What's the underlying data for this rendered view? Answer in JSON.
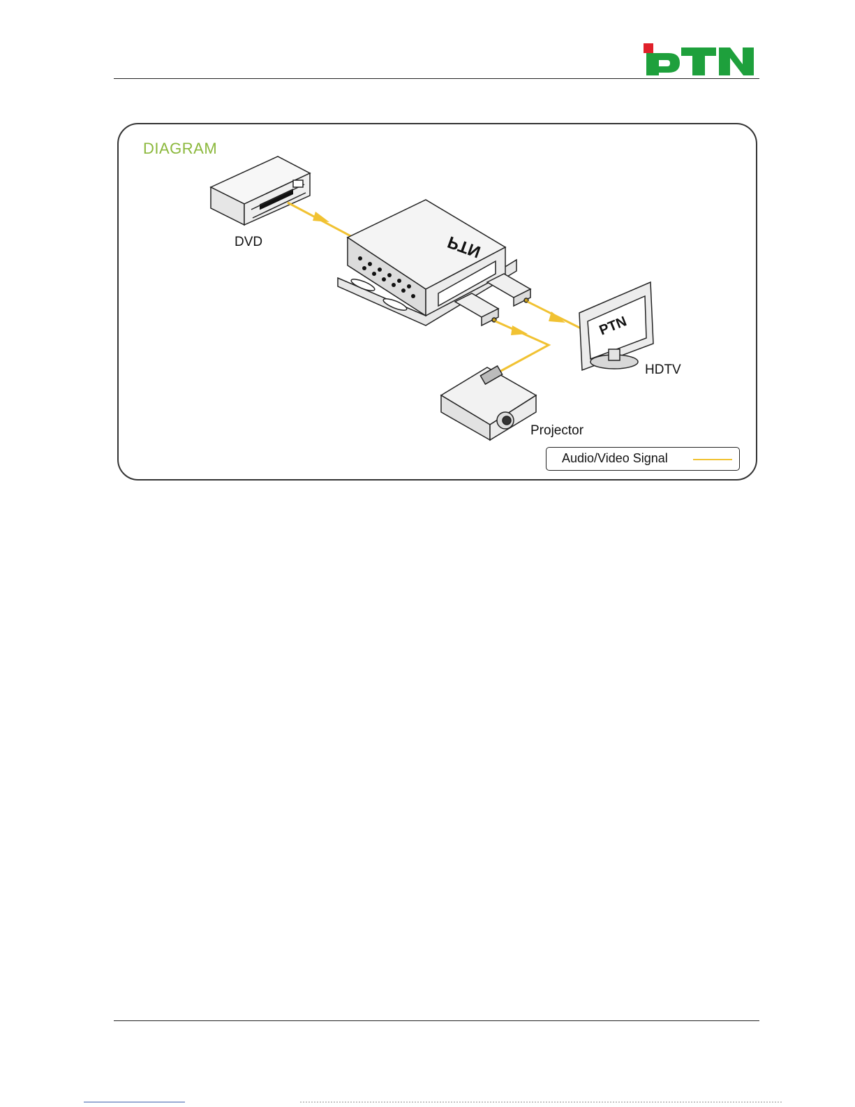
{
  "header": {
    "logo_text": "PTN"
  },
  "diagram": {
    "title": "DIAGRAM",
    "device_brand": "PTN",
    "labels": {
      "dvd": "DVD",
      "hdtv": "HDTV",
      "projector": "Projector"
    },
    "legend": {
      "text": "Audio/Video Signal",
      "line_color": "#f1c232"
    }
  },
  "colors": {
    "brand_green": "#1ea03c",
    "brand_red": "#e0202a",
    "signal": "#f1c232",
    "title_green": "#8bb83c"
  },
  "icons": [
    "ptn-logo-icon",
    "dvd-player-icon",
    "hdmi-splitter-icon",
    "hdmi-plug-icon",
    "hdtv-icon",
    "projector-icon",
    "arrow-icon"
  ]
}
